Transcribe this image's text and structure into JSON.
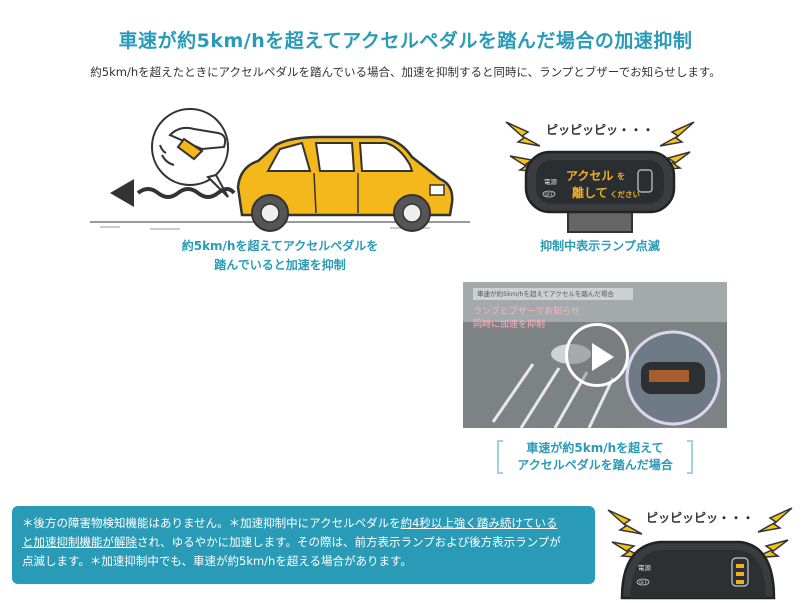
{
  "title": "車速が約5km/hを超えてアクセルペダルを踏んだ場合の加速抑制",
  "subtitle": "約5km/hを超えたときにアクセルペダルを踏んでいる場合、加速を抑制すると同時に、ランプとブザーでお知らせします。",
  "car_scene": {
    "caption_line1": "約5km/hを超えてアクセルペダルを",
    "caption_line2": "踏んでいると加速を抑制",
    "car_color": "#f5b81a"
  },
  "lamp_scene": {
    "beep": "ピッピッピッ・・・",
    "lamp_line1": "アクセル",
    "lamp_particle": "を",
    "lamp_line2": "離して",
    "lamp_suffix": "ください",
    "lamp_power": "電源",
    "lamp_off": "OFF",
    "caption": "抑制中表示ランプ点滅"
  },
  "video": {
    "header": "車速が約5km/hを超えてアクセルを踏んだ場合",
    "overlay_line1": "ランプとブザーでお知らせ",
    "overlay_line2": "同時に加速を抑制",
    "link_line1": "車速が約5km/hを超えて",
    "link_line2": "アクセルペダルを踏んだ場合"
  },
  "note": {
    "p1": "＊後方の障害物検知機能はありません。＊加速抑制中にアクセルペダルを",
    "u1": "約4秒以上強く踏み続けている",
    "u2": "と加速抑制機能が解除",
    "p2": "され、ゆるやかに加速します。その際は、前方表示ランプおよび後方表示ランプが",
    "p3": "点滅します。＊加速抑制中でも、車速が約5km/hを超える場合があります。"
  },
  "rear_unit": {
    "beep": "ピッピッピッ・・・",
    "power": "電源",
    "off": "OFF"
  },
  "colors": {
    "accent": "#2a9bb7",
    "warning": "#f3c21a",
    "lamp_text": "#f0b020"
  }
}
